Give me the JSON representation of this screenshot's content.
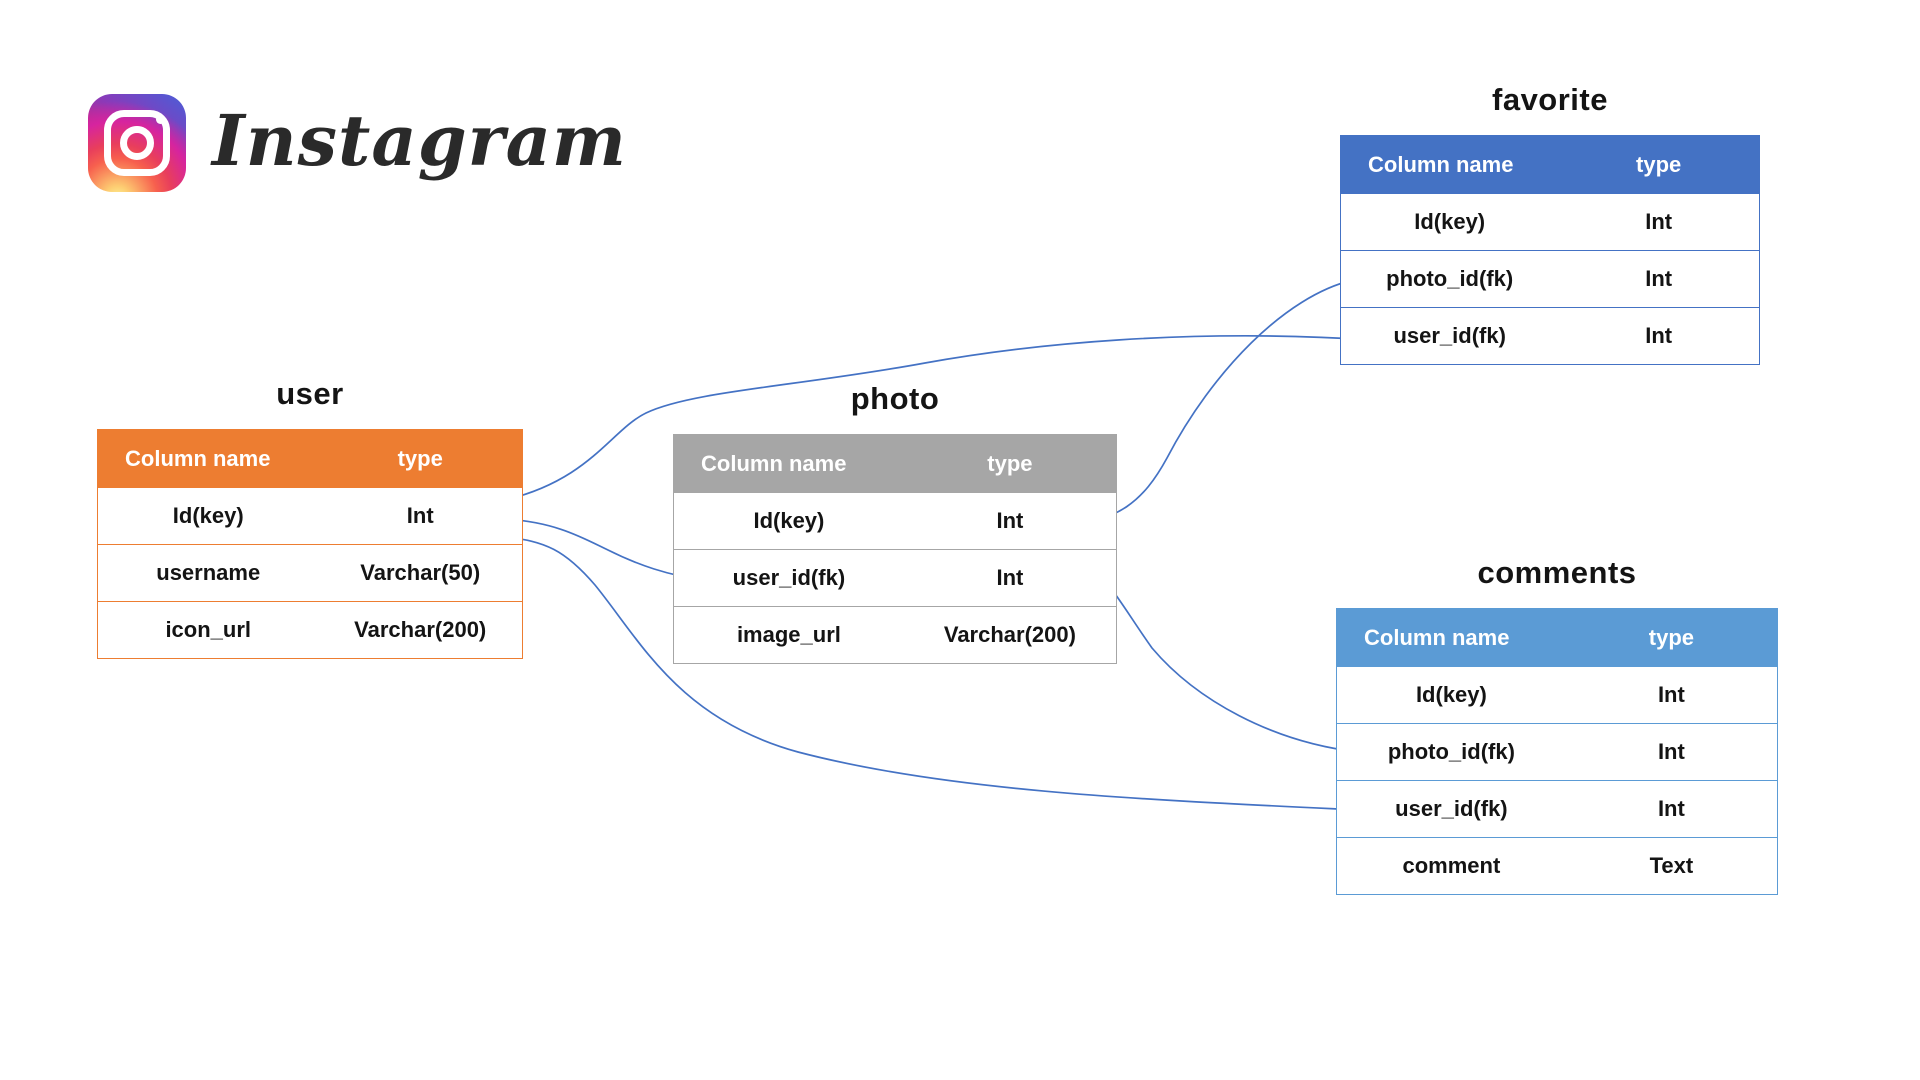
{
  "logo": {
    "brand_wordmark": "Instagram"
  },
  "colors": {
    "user_accent": "#ED7D31",
    "photo_accent": "#A6A6A6",
    "favorite_accent": "#4472C4",
    "comments_accent": "#5B9BD5",
    "connector": "#4472C4",
    "header_text": "#FFFFFF",
    "title_text": "#141414"
  },
  "tables": {
    "user": {
      "title": "user",
      "headers": {
        "name": "Column name",
        "type": "type"
      },
      "rows": [
        {
          "name": "Id(key)",
          "type": "Int"
        },
        {
          "name": "username",
          "type": "Varchar(50)"
        },
        {
          "name": "icon_url",
          "type": "Varchar(200)"
        }
      ]
    },
    "photo": {
      "title": "photo",
      "headers": {
        "name": "Column name",
        "type": "type"
      },
      "rows": [
        {
          "name": "Id(key)",
          "type": "Int"
        },
        {
          "name": "user_id(fk)",
          "type": "Int"
        },
        {
          "name": "image_url",
          "type": "Varchar(200)"
        }
      ]
    },
    "favorite": {
      "title": "favorite",
      "headers": {
        "name": "Column name",
        "type": "type"
      },
      "rows": [
        {
          "name": "Id(key)",
          "type": "Int"
        },
        {
          "name": "photo_id(fk)",
          "type": "Int"
        },
        {
          "name": "user_id(fk)",
          "type": "Int"
        }
      ]
    },
    "comments": {
      "title": "comments",
      "headers": {
        "name": "Column name",
        "type": "type"
      },
      "rows": [
        {
          "name": "Id(key)",
          "type": "Int"
        },
        {
          "name": "photo_id(fk)",
          "type": "Int"
        },
        {
          "name": "user_id(fk)",
          "type": "Int"
        },
        {
          "name": "comment",
          "type": "Text"
        }
      ]
    }
  },
  "relationships": [
    {
      "from": "favorite.user_id(fk)",
      "to": "user.Id(key)"
    },
    {
      "from": "favorite.photo_id(fk)",
      "to": "photo.Id(key)"
    },
    {
      "from": "photo.user_id(fk)",
      "to": "user.Id(key)"
    },
    {
      "from": "comments.photo_id(fk)",
      "to": "photo.Id(key)"
    },
    {
      "from": "comments.user_id(fk)",
      "to": "user.Id(key)"
    }
  ]
}
